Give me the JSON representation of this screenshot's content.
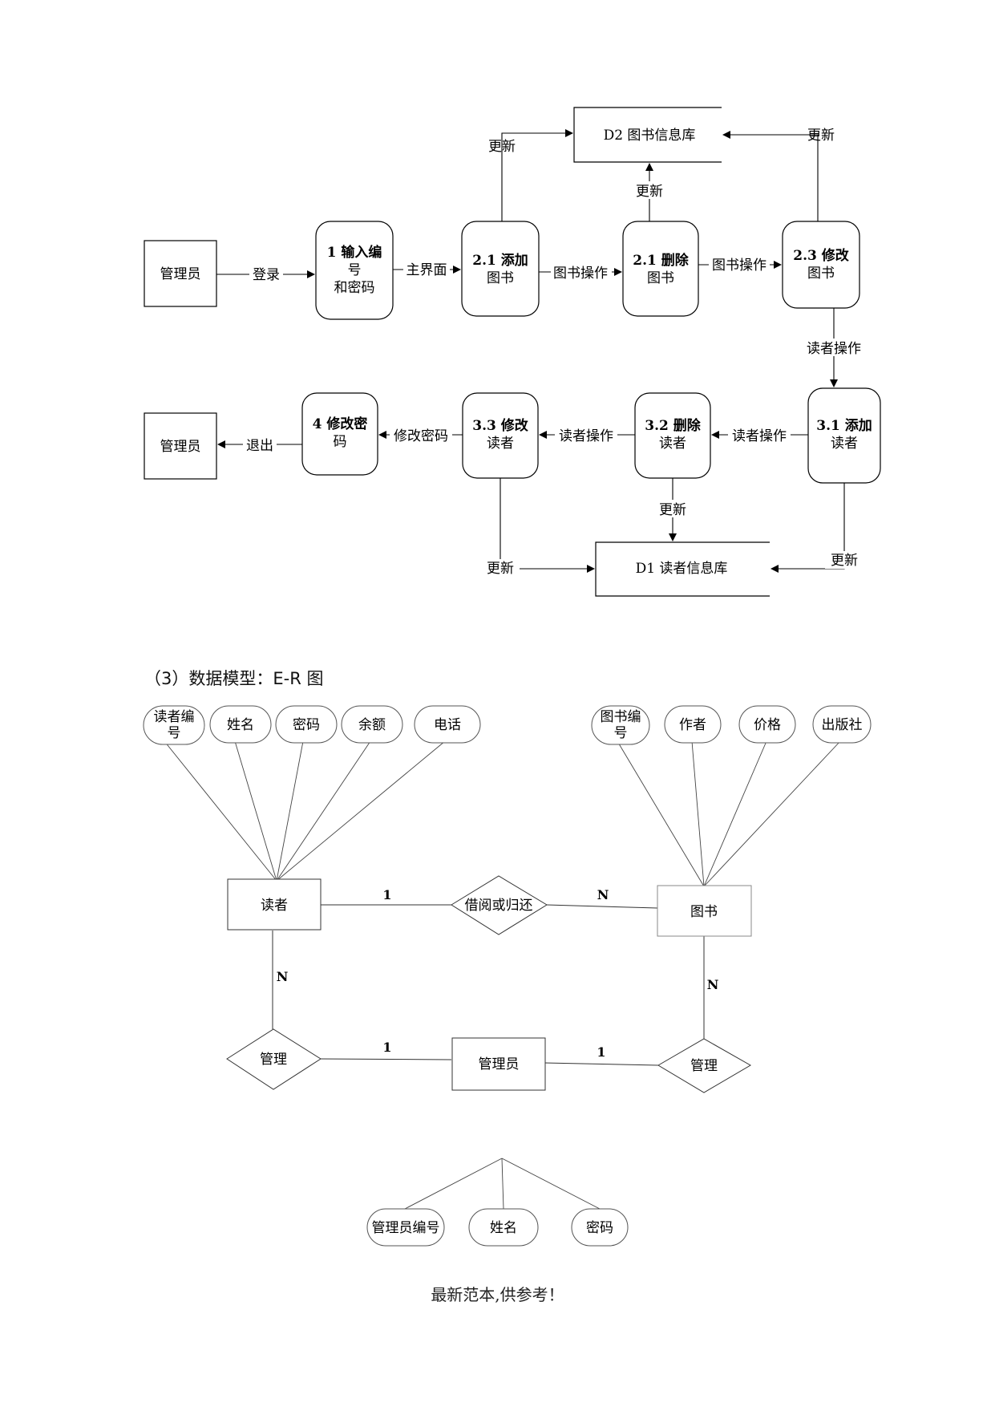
{
  "dfd": {
    "boxes": {
      "admin_top": "管理员",
      "admin_bottom": "管理员"
    },
    "processes": {
      "p1": [
        "1 输入编",
        "号",
        "和密码"
      ],
      "p21_add": [
        "2.1 添加",
        "图书"
      ],
      "p21_del": [
        "2.1 删除",
        "图书"
      ],
      "p23": [
        "2.3 修改",
        "图书"
      ],
      "p31": [
        "3.1 添加",
        "读者"
      ],
      "p32": [
        "3.2 删除",
        "读者"
      ],
      "p33": [
        "3.3 修改",
        "读者"
      ],
      "p4": [
        "4 修改密",
        "码"
      ]
    },
    "stores": {
      "d2": "D2 图书信息库",
      "d1": "D1 读者信息库"
    },
    "flows": {
      "login": "登录",
      "main_ui": "主界面",
      "book_op_1": "图书操作",
      "book_op_2": "图书操作",
      "reader_op_1": "读者操作",
      "reader_op_2": "读者操作",
      "reader_op_3": "读者操作",
      "modify_pw": "修改密码",
      "exit": "退出",
      "update_1": "更新",
      "update_2": "更新",
      "update_3": "更新",
      "update_4": "更新",
      "update_5": "更新",
      "update_6": "更新"
    }
  },
  "section_heading": "（3）数据模型：E-R 图",
  "er": {
    "entities": {
      "reader": "读者",
      "book": "图书",
      "admin": "管理员"
    },
    "relationships": {
      "borrow": "借阅或归还",
      "manage_left": "管理",
      "manage_right": "管理"
    },
    "reader_attributes": [
      [
        "读者编",
        "号"
      ],
      [
        "姓名"
      ],
      [
        "密码"
      ],
      [
        "余额"
      ],
      [
        "电话"
      ]
    ],
    "book_attributes": [
      [
        "图书编",
        "号"
      ],
      [
        "作者"
      ],
      [
        "价格"
      ],
      [
        "出版社"
      ]
    ],
    "admin_attributes": [
      [
        "管理员编号"
      ],
      [
        "姓名"
      ],
      [
        "密码"
      ]
    ],
    "cardinalities": {
      "reader_borrow": "1",
      "borrow_book": "N",
      "reader_manage": "N",
      "manage_admin_left": "1",
      "admin_manage_right": "1",
      "manage_book": "N"
    }
  },
  "footer": "最新范本,供参考！"
}
